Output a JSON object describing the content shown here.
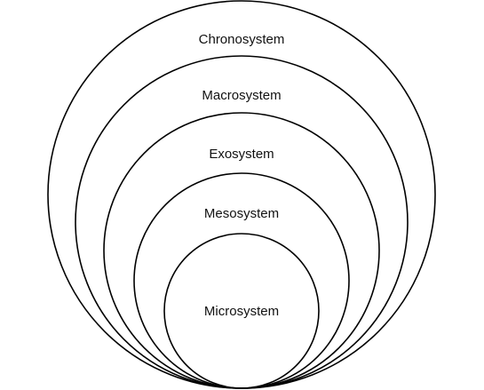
{
  "diagram": {
    "type": "nested-circles",
    "stroke_color": "#000000",
    "background_color": "#ffffff",
    "levels": [
      {
        "id": "chronosystem",
        "label": "Chronosystem"
      },
      {
        "id": "macrosystem",
        "label": "Macrosystem"
      },
      {
        "id": "exosystem",
        "label": "Exosystem"
      },
      {
        "id": "mesosystem",
        "label": "Mesosystem"
      },
      {
        "id": "microsystem",
        "label": "Microsystem"
      }
    ]
  }
}
